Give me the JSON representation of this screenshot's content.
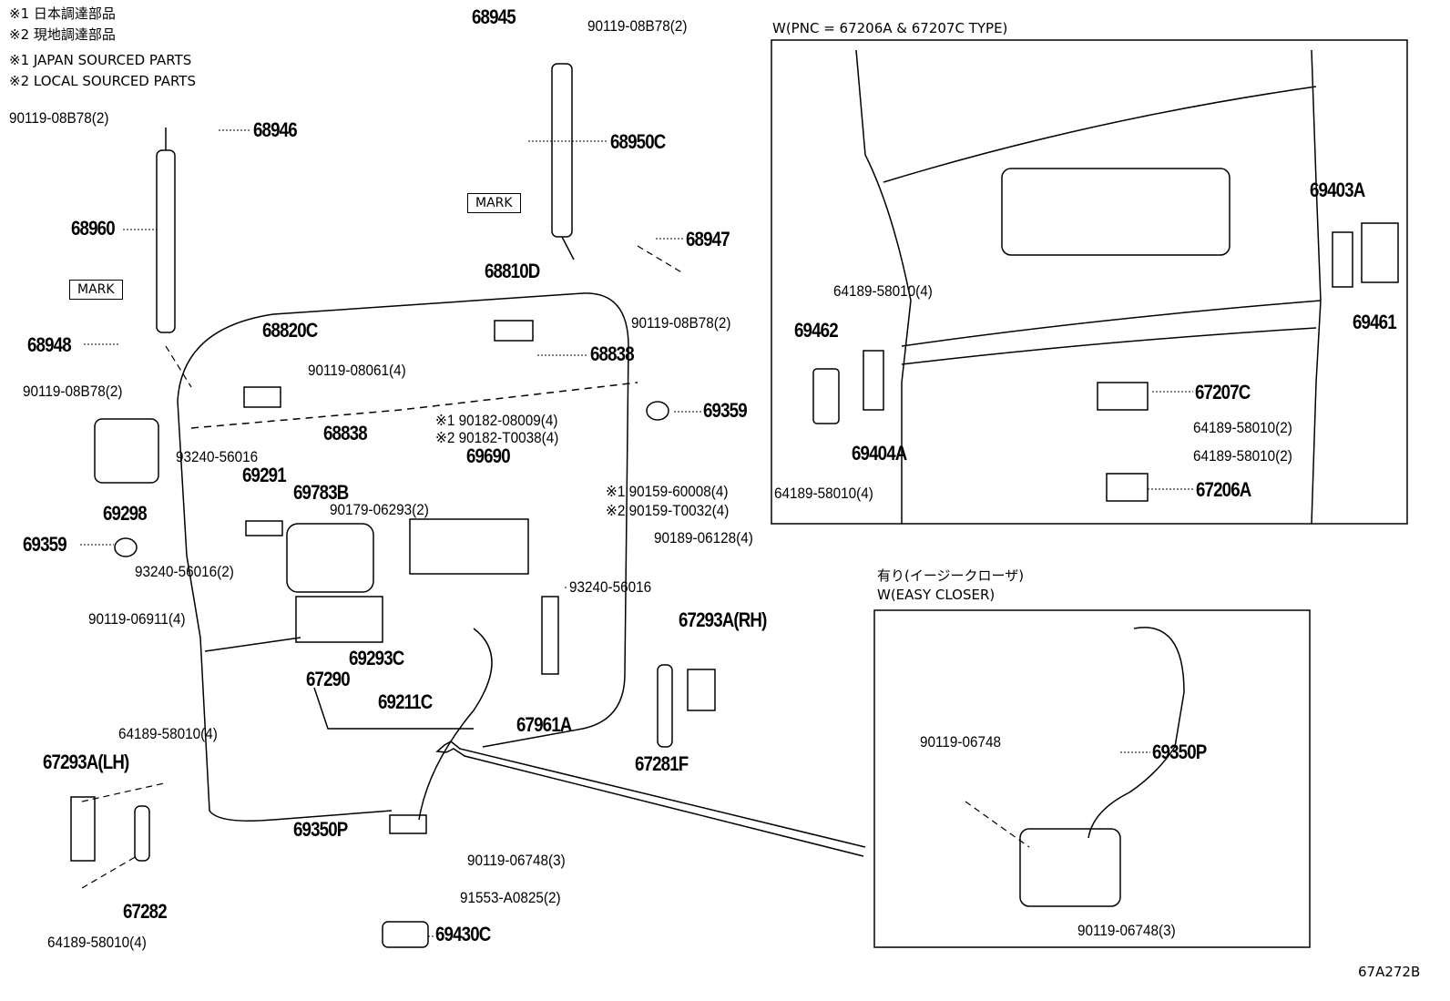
{
  "notes": [
    "※1 日本調達部品",
    "※2 現地調達部品",
    "※1 JAPAN SOURCED PARTS",
    "※2 LOCAL SOURCED PARTS"
  ],
  "inset_titles": {
    "pnc_type": "W(PNC = 67206A & 67207C TYPE)",
    "easy_closer_jp": "有り(イージークローザ)",
    "easy_closer_en": "W(EASY CLOSER)"
  },
  "mark_labels": [
    "MARK",
    "MARK"
  ],
  "diagram_code": "67A272B",
  "parts": [
    "68945",
    "90119-08B78(2)",
    "90119-08B78(2)",
    "68946",
    "68950C",
    "68960",
    "68947",
    "69403A",
    "90119-08B78(2)",
    "64189-58010(4)",
    "68810D",
    "68948",
    "68820C",
    "69462",
    "69461",
    "68838",
    "90119-08061(4)",
    "90119-08B78(2)",
    "67207C",
    "69359",
    "※1 90182-08009(4)",
    "※2 90182-T0038(4)",
    "68838",
    "64189-58010(2)",
    "69404A",
    "69690",
    "93240-56016",
    "64189-58010(2)",
    "69291",
    "69783B",
    "64189-58010(4)",
    "67206A",
    "※1 90159-60008(4)",
    "※2 90159-T0032(4)",
    "90179-06293(2)",
    "69298",
    "90189-06128(4)",
    "69359",
    "93240-56016(2)",
    "93240-56016",
    "67293A(RH)",
    "90119-06911(4)",
    "69293C",
    "67290",
    "69211C",
    "67961A",
    "64189-58010(4)",
    "90119-06748",
    "69350P",
    "67293A(LH)",
    "67281F",
    "69350P",
    "67282",
    "90119-06748(3)",
    "91553-A0825(2)",
    "64189-58010(4)",
    "69430C",
    "90119-06748(3)"
  ]
}
